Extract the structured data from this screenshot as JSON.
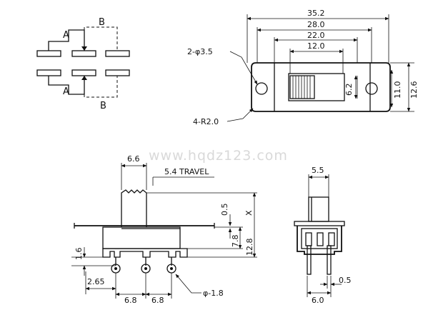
{
  "schematic": {
    "label_a_top": "A",
    "label_b_top": "B",
    "label_a_bottom": "A",
    "label_b_bottom": "B"
  },
  "top_view": {
    "dim_overall": "35.2",
    "dim_mount": "28.0",
    "dim_body": "22.0",
    "dim_window": "12.0",
    "dim_holes": "2-φ3.5",
    "dim_radius": "4-R2.0",
    "dim_knob_w": "6.2",
    "dim_height": "11.0",
    "dim_height_total": "12.6"
  },
  "front_view": {
    "dim_knob": "6.6",
    "dim_travel": "5.4 TRAVEL",
    "dim_x": "X",
    "dim_plate": "0.5",
    "dim_body_h": "7.8",
    "dim_total_h": "12.8",
    "dim_pin_len": "1.6",
    "dim_offset": "2.65",
    "dim_pitch_1": "6.8",
    "dim_pitch_2": "6.8",
    "dim_pin_dia": "φ-1.8"
  },
  "side_view": {
    "dim_knob": "5.5",
    "dim_pin_spacing": "6.0",
    "dim_pin_thk": "0.5"
  },
  "watermark": "www.hqdz123.com"
}
